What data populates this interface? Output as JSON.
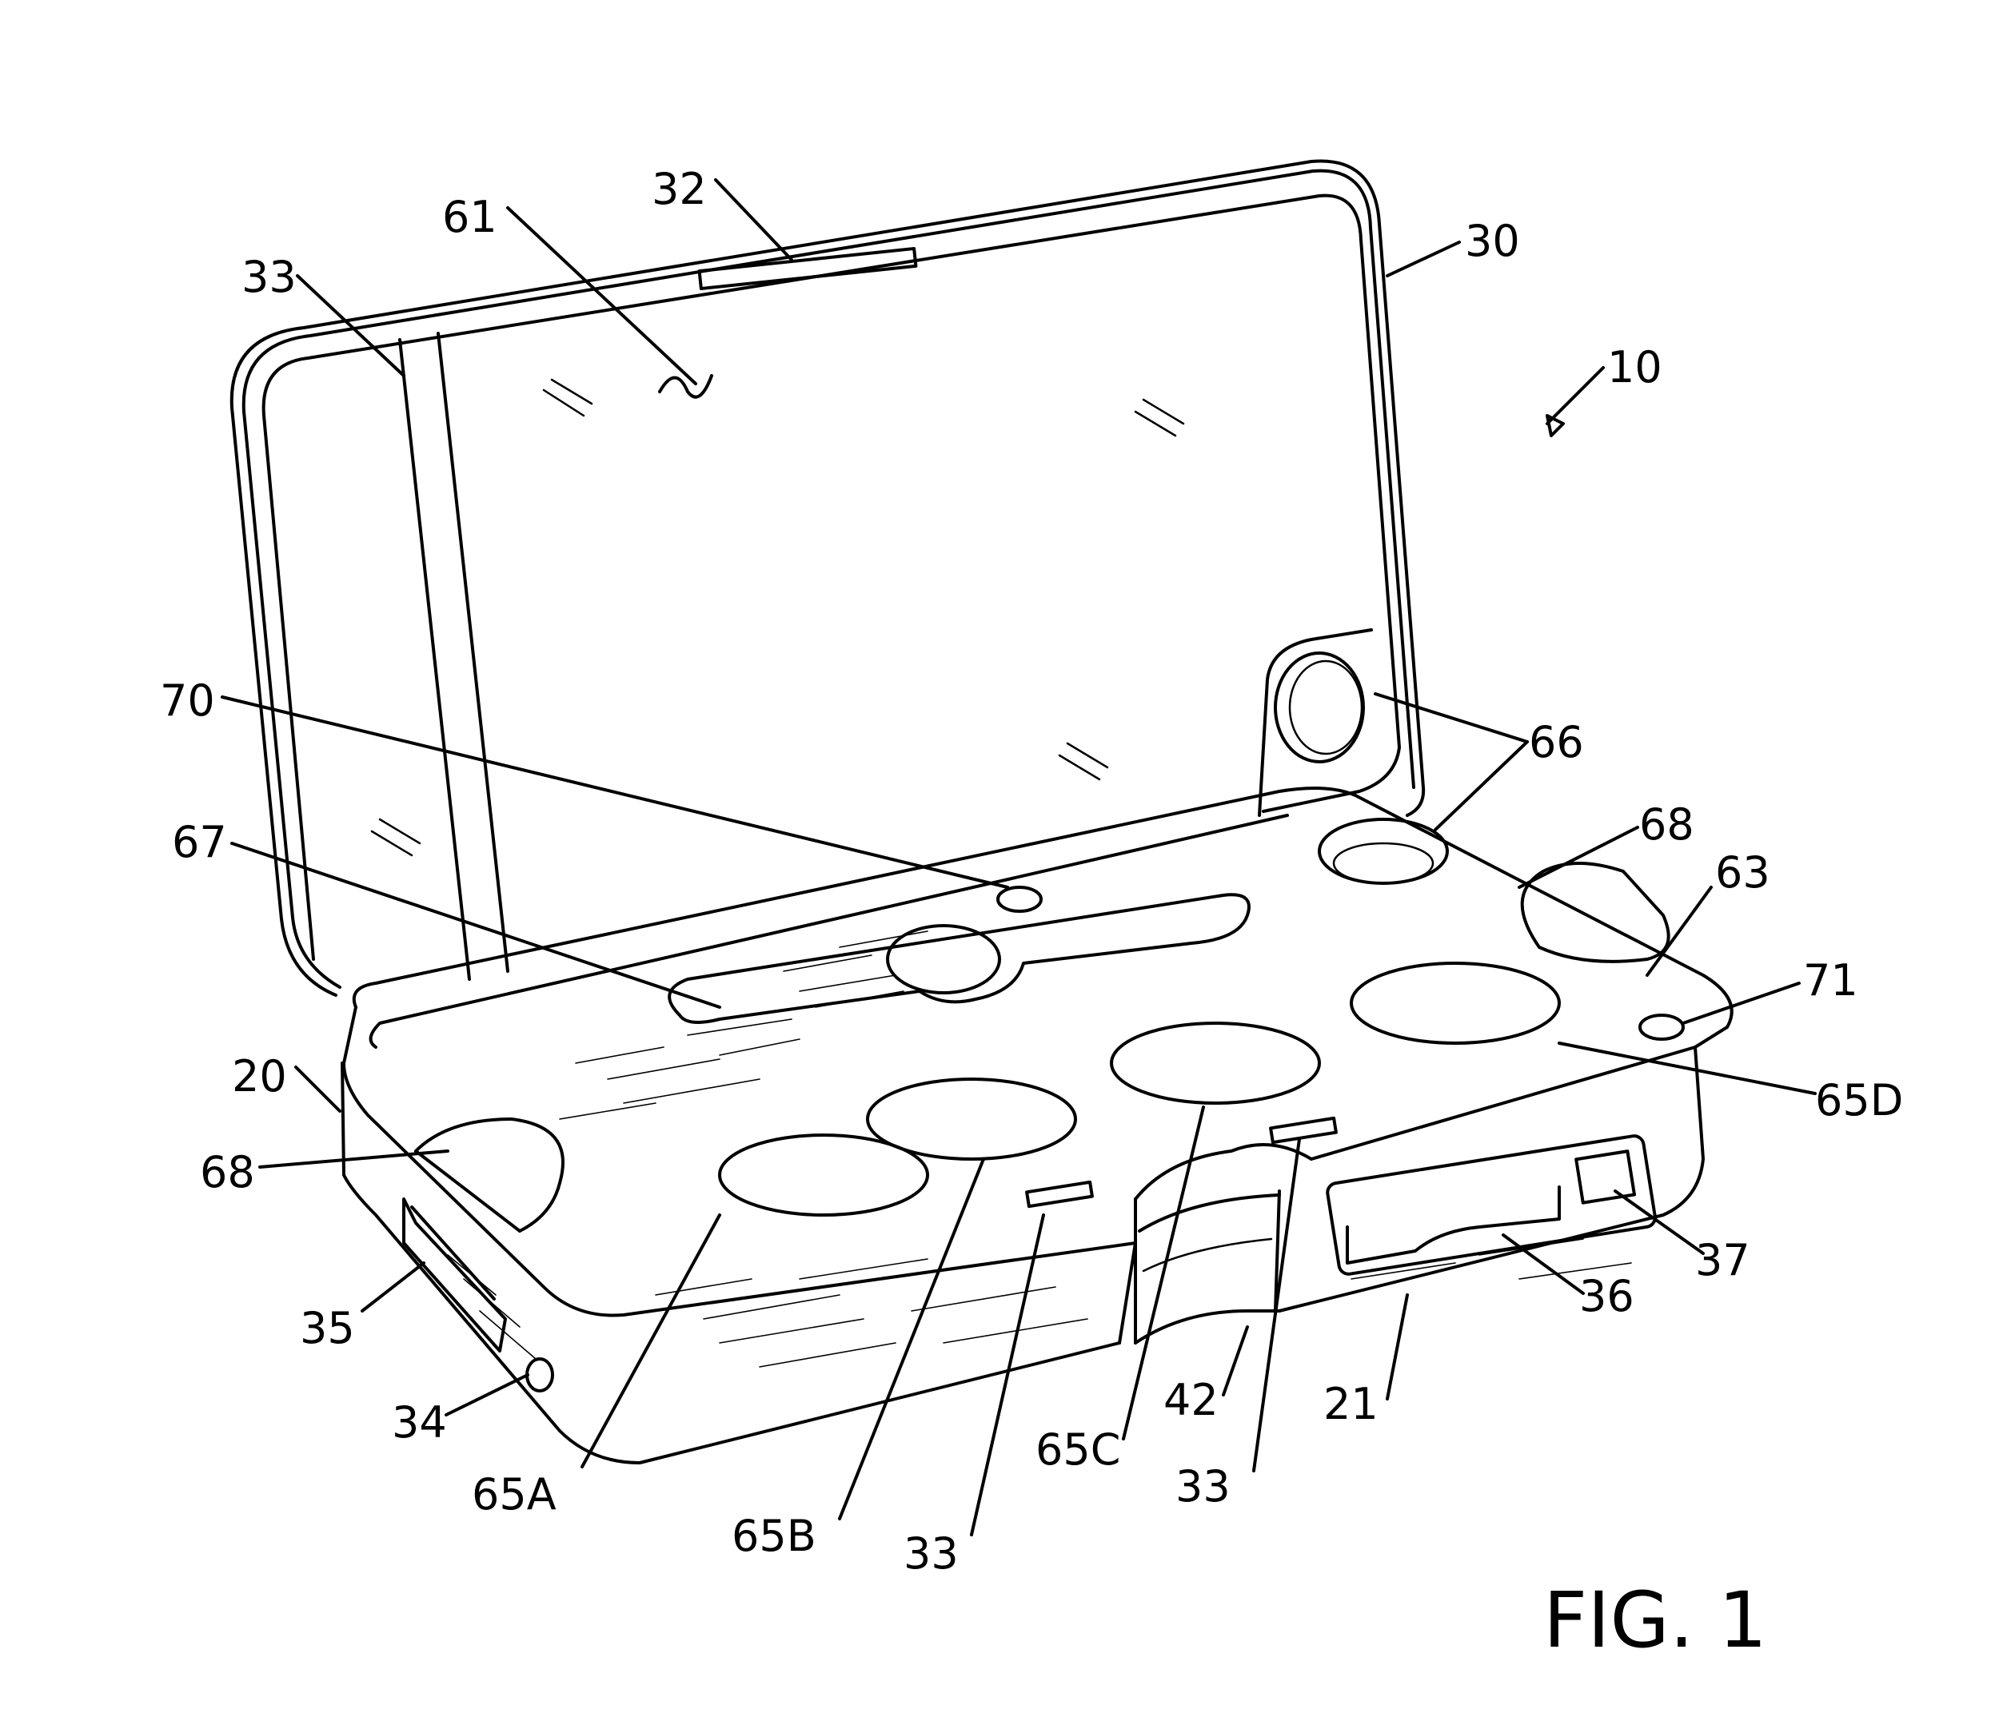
{
  "figure": {
    "caption": "FIG. 1",
    "reference_numerals": {
      "r10": "10",
      "r20": "20",
      "r21": "21",
      "r30": "30",
      "r32": "32",
      "r33a": "33",
      "r33b": "33",
      "r33c": "33",
      "r34": "34",
      "r35": "35",
      "r36": "36",
      "r37": "37",
      "r42": "42",
      "r61": "61",
      "r63": "63",
      "r65A": "65A",
      "r65B": "65B",
      "r65C": "65C",
      "r65D": "65D",
      "r66": "66",
      "r67": "67",
      "r68a": "68",
      "r68b": "68",
      "r70": "70",
      "r71": "71"
    }
  }
}
